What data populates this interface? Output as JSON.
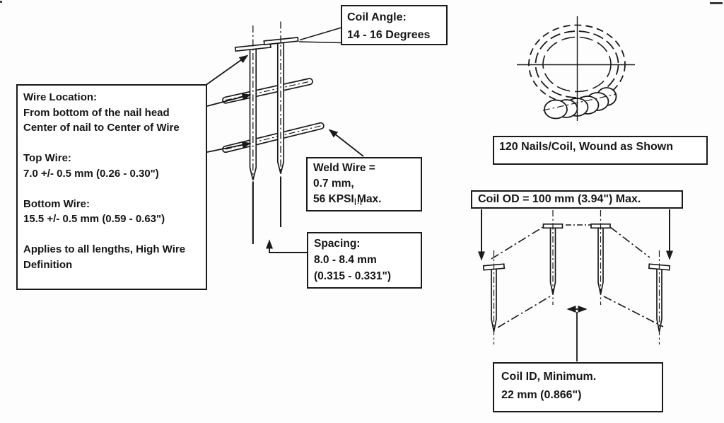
{
  "colors": {
    "ink": "#1a1a1a",
    "background": "#fdfdfd",
    "box_background": "#ffffff"
  },
  "boxes": {
    "coil_angle": {
      "lines": [
        "Coil Angle:",
        "14 - 16 Degrees"
      ]
    },
    "wire_location": {
      "lines": [
        "Wire Location:",
        "From bottom of the nail head",
        "Center of nail to Center of Wire",
        "",
        "Top Wire:",
        "7.0 +/- 0.5 mm (0.26 - 0.30\")",
        "",
        "Bottom Wire:",
        "15.5 +/- 0.5 mm (0.59 - 0.63\")",
        "",
        "Applies to all lengths, High Wire",
        "Definition"
      ]
    },
    "weld_wire": {
      "lines": [
        "Weld Wire =",
        "0.7 mm,",
        "56 KPSI Max."
      ],
      "mark": "|:|"
    },
    "spacing": {
      "lines": [
        "Spacing:",
        "8.0 - 8.4 mm",
        "(0.315 - 0.331\")"
      ]
    },
    "nails_per_coil": {
      "text": "120 Nails/Coil, Wound as Shown"
    },
    "coil_od": {
      "text": "Coil OD = 100 mm (3.94\") Max."
    },
    "coil_id": {
      "lines": [
        "Coil ID, Minimum.",
        "22 mm (0.866\")"
      ]
    }
  }
}
